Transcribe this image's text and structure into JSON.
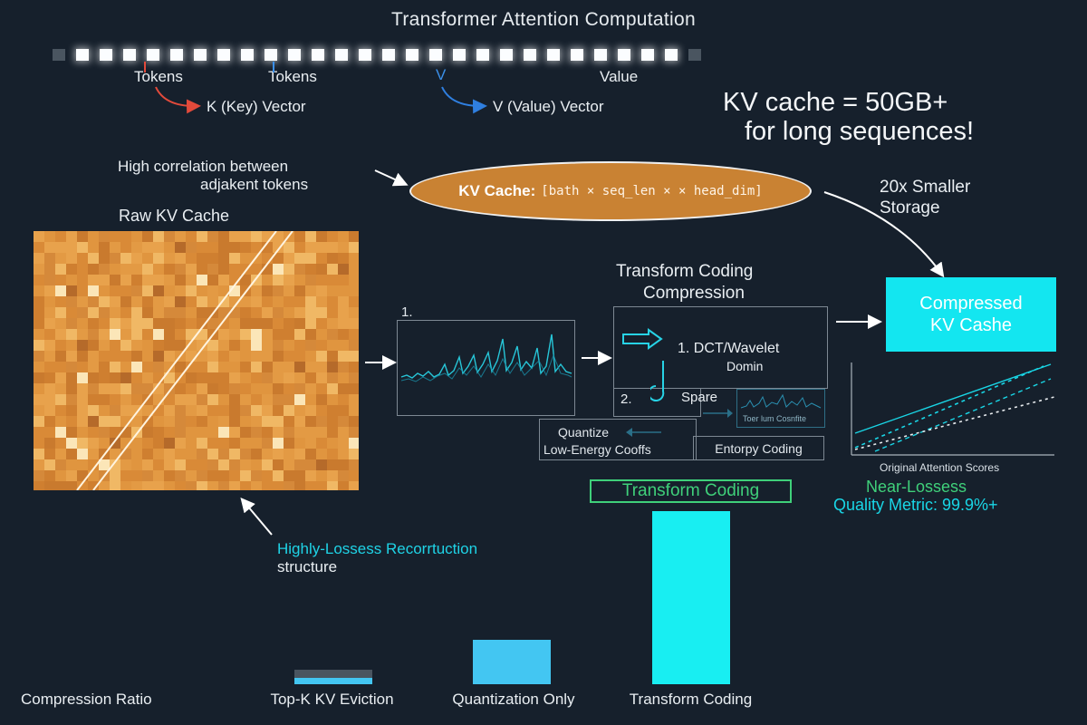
{
  "title": "Transformer Attention Computation",
  "tokens_row": {
    "tokens_a": "Tokens",
    "tokens_b": "Tokens",
    "v_mark": "V",
    "value": "Value",
    "k_vector": "K (Key) Vector",
    "v_vector": "V (Value) Vector"
  },
  "headline": {
    "line1": "KV cache = 50GB+",
    "line2": "for long sequences!"
  },
  "correlation_note": {
    "line1": "High correlation between",
    "line2": "adjakent tokens"
  },
  "kv_cache": {
    "label": "KV Cache:",
    "shape": "[bath × seq_len × × head_dim]"
  },
  "storage_note": {
    "line1": "20x Smaller",
    "line2": "Storage"
  },
  "raw_kv_cache": {
    "title": "Raw KV Cache",
    "caption_line1": "Highly-Lossess Recorrtuction",
    "caption_line2": "structure"
  },
  "step1_label": "1.",
  "transform": {
    "title_line1": "Transform Coding",
    "title_line2": "Compression",
    "dct_line1": "1. DCT/Wavelet",
    "dct_line2": "Domin",
    "step2": "2.",
    "spare": "Spare",
    "mini_caption": "Toer lum Cosnfite",
    "quantize_line1": "Quantize",
    "quantize_line2": "Low-Energy Cooffs",
    "entropy": "Entorpy Coding"
  },
  "compressed": {
    "line1": "Compressed",
    "line2": "KV Cashe"
  },
  "attention_chart": {
    "xlabel": "Original Attention Scores"
  },
  "quality": {
    "line1": "Near-Lossess",
    "line2": "Quality Metric: 99.9%+"
  },
  "chart_data": {
    "type": "bar",
    "xlabel": "Compression Ratio",
    "categories": [
      "Top-K KV Eviction",
      "Quantization Only",
      "Transform Coding"
    ],
    "values": [
      4,
      12,
      47
    ],
    "ylim": [
      0,
      50
    ],
    "annotation": "Transform Coding",
    "colors": [
      "#43c6f2",
      "#43c6f2",
      "#18eef2"
    ]
  },
  "colors": {
    "background": "#16202c",
    "accent_cyan": "#18e6f0",
    "accent_orange": "#c98233",
    "accent_green": "#3fd07a",
    "arrow_red": "#e24a3b",
    "arrow_blue": "#2f7fe0"
  }
}
